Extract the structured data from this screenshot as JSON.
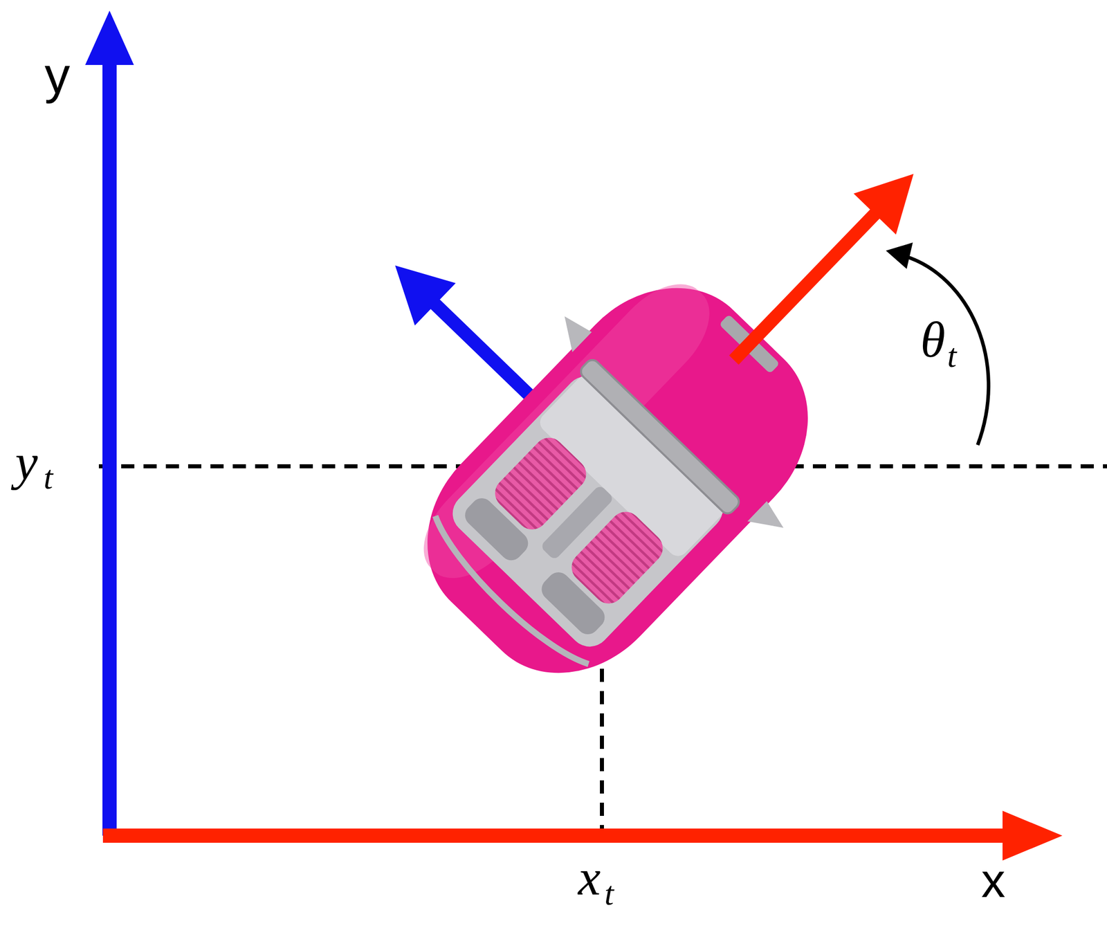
{
  "diagram": {
    "labels": [
      "y",
      "x",
      "y",
      "t",
      "x",
      "t",
      "θ",
      "t"
    ]
  }
}
